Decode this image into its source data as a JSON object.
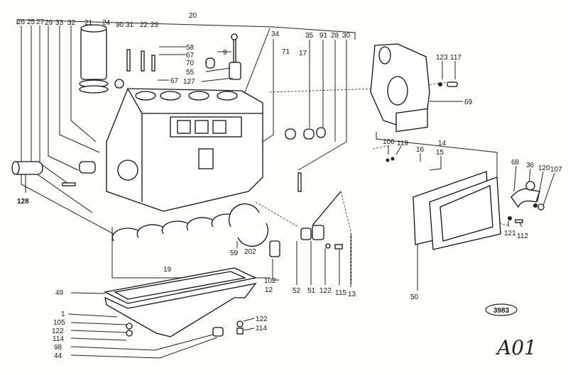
{
  "diagram": {
    "type": "exploded parts diagram — engine block, oil pan, flywheel housing, side cover",
    "callouts": [
      "20",
      "26",
      "25",
      "27",
      "29",
      "33",
      "32",
      "21",
      "24",
      "90",
      "31",
      "22",
      "23",
      "58",
      "67",
      "9",
      "70",
      "55",
      "127",
      "67",
      "34",
      "35",
      "91",
      "28",
      "30",
      "71",
      "17",
      "123",
      "117",
      "69",
      "106",
      "119",
      "14",
      "16",
      "15",
      "68",
      "36",
      "120",
      "107",
      "121",
      "112",
      "50",
      "128",
      "59",
      "202",
      "19",
      "102",
      "12",
      "52",
      "51",
      "122",
      "115",
      "13",
      "49",
      "1",
      "105",
      "122",
      "114",
      "98",
      "44",
      "122",
      "114"
    ],
    "stamp": "3983",
    "sheet_code": "A01"
  }
}
